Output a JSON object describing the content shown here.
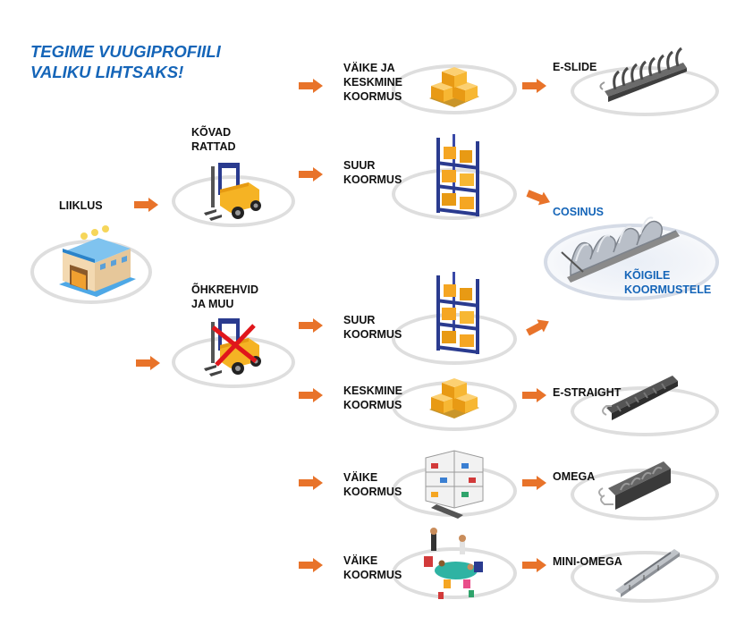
{
  "title": "TEGIME VUUGIPROFIILI\nVALIKU LIHTSAKS!",
  "start": {
    "label": "LIIKLUS"
  },
  "traffic": {
    "hard": "KÕVAD\nRATTAD",
    "air": "ÕHKREHVID\nJA MUU"
  },
  "loads": {
    "small_medium": "VÄIKE JA\nKESKMINE\nKOORMUS",
    "heavy_1": "SUUR\nKOORMUS",
    "heavy_2": "SUUR\nKOORMUS",
    "medium": "KESKMINE\nKOORMUS",
    "small_1": "VÄIKE\nKOORMUS",
    "small_2": "VÄIKE\nKOORMUS"
  },
  "profiles": {
    "e_slide": "E-SLIDE",
    "cosinus": "COSINUS",
    "all_loads": "KÕIGILE\nKOORMUSTELE",
    "e_straight": "E-STRAIGHT",
    "omega": "OMEGA",
    "mini_omega": "MINI-OMEGA"
  },
  "colors": {
    "accent_blue": "#1565b8",
    "arrow_orange": "#e8732a",
    "box_orange": "#f5a623"
  }
}
